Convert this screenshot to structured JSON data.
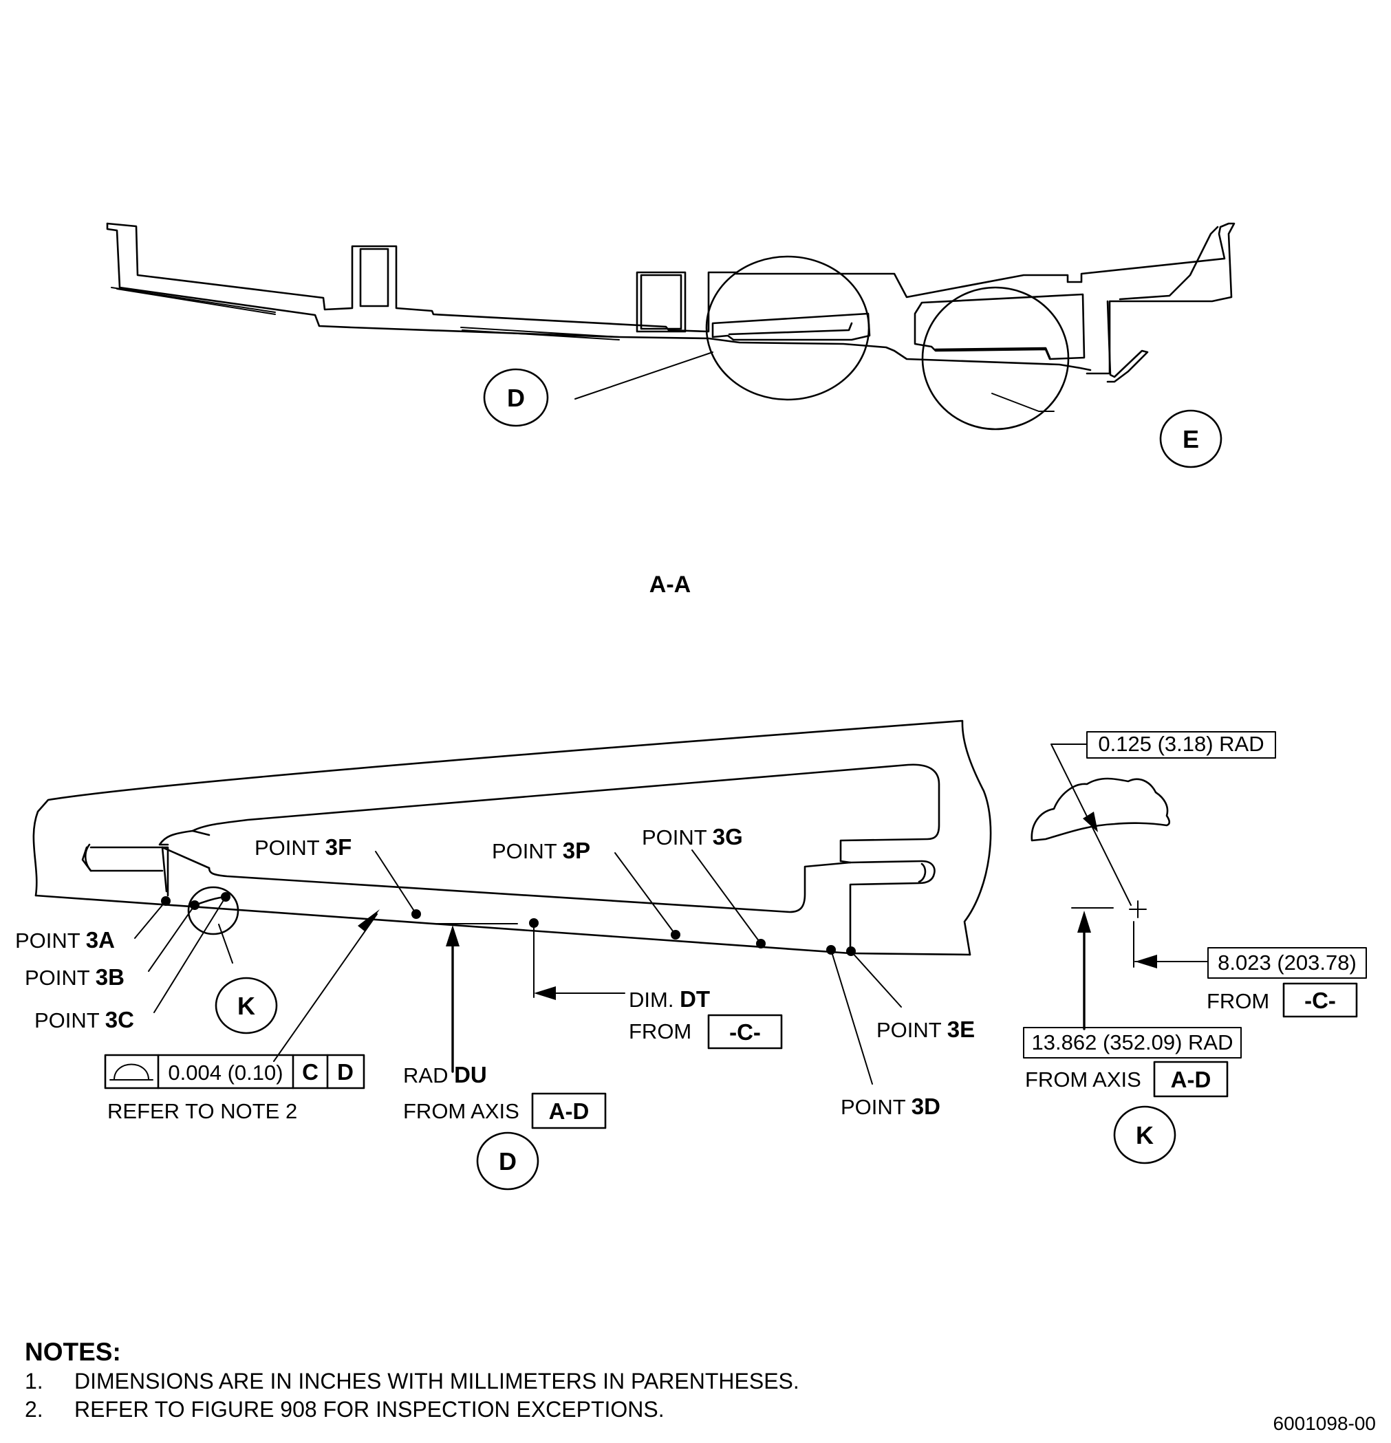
{
  "view_title": "A-A",
  "callouts": {
    "top_d": "D",
    "top_e": "E",
    "detail_d": "D",
    "detail_k": "K",
    "detail_k_title": "K"
  },
  "points": {
    "p3a": {
      "label": "POINT ",
      "id": "3A"
    },
    "p3b": {
      "label": "POINT ",
      "id": "3B"
    },
    "p3c": {
      "label": "POINT ",
      "id": "3C"
    },
    "p3f": {
      "label": "POINT ",
      "id": "3F"
    },
    "p3p": {
      "label": "POINT ",
      "id": "3P"
    },
    "p3g": {
      "label": "POINT ",
      "id": "3G"
    },
    "p3e": {
      "label": "POINT ",
      "id": "3E"
    },
    "p3d": {
      "label": "POINT ",
      "id": "3D"
    }
  },
  "profile_tolerance": {
    "symbol": "profile-of-surface-icon",
    "value": "0.004 (0.10)",
    "datum_1": "C",
    "datum_2": "D",
    "note_ref": "REFER TO NOTE 2"
  },
  "rad_du": {
    "prefix": "RAD ",
    "id": "DU",
    "from": "FROM AXIS",
    "datum": "A-D"
  },
  "dim_dt": {
    "prefix": "DIM. ",
    "id": "DT",
    "from": "FROM",
    "datum": "-C-"
  },
  "detail_k": {
    "rad_small": "0.125 (3.18) RAD",
    "axial": "8.023 (203.78)",
    "axial_from": "FROM",
    "axial_datum": "-C-",
    "rad_large": "13.862 (352.09) RAD",
    "rad_from": "FROM AXIS",
    "rad_datum": "A-D"
  },
  "notes": {
    "heading": "NOTES:",
    "items": [
      {
        "num": "1.",
        "text": "DIMENSIONS ARE IN INCHES WITH MILLIMETERS IN PARENTHESES."
      },
      {
        "num": "2.",
        "text": "REFER TO FIGURE 908 FOR INSPECTION EXCEPTIONS."
      }
    ]
  },
  "figure_number": "6001098-00"
}
